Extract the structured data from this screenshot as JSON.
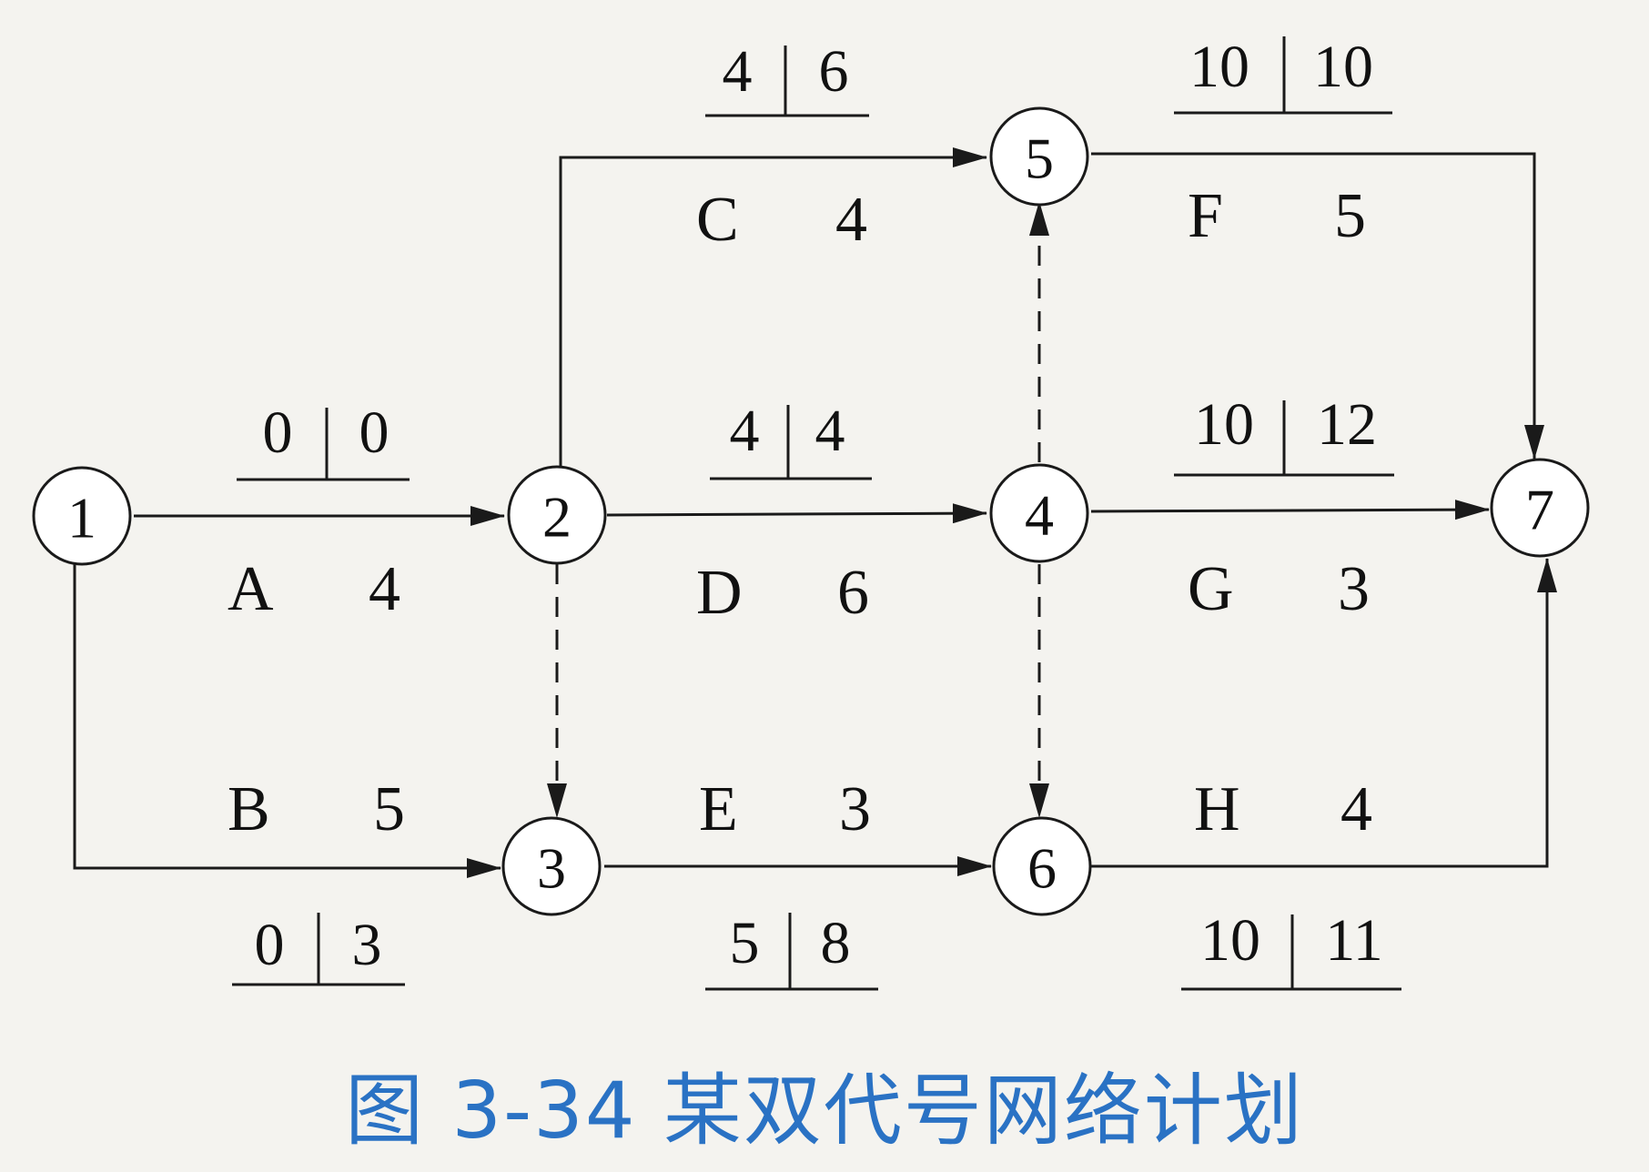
{
  "caption": "图 3-34  某双代号网络计划",
  "colors": {
    "ink": "#1a1a1a",
    "caption": "#2a72c4",
    "paper": "#f4f3ef"
  },
  "nodes": [
    {
      "id": "1",
      "label": "1"
    },
    {
      "id": "2",
      "label": "2"
    },
    {
      "id": "3",
      "label": "3"
    },
    {
      "id": "4",
      "label": "4"
    },
    {
      "id": "5",
      "label": "5"
    },
    {
      "id": "6",
      "label": "6"
    },
    {
      "id": "7",
      "label": "7"
    }
  ],
  "activities": [
    {
      "id": "A",
      "name": "A",
      "duration": "4",
      "from": "1",
      "to": "2",
      "times": [
        "0",
        "0"
      ]
    },
    {
      "id": "B",
      "name": "B",
      "duration": "5",
      "from": "1",
      "to": "3",
      "times": [
        "0",
        "3"
      ]
    },
    {
      "id": "C",
      "name": "C",
      "duration": "4",
      "from": "2",
      "to": "5",
      "times": [
        "4",
        "6"
      ]
    },
    {
      "id": "D",
      "name": "D",
      "duration": "6",
      "from": "2",
      "to": "4",
      "times": [
        "4",
        "4"
      ]
    },
    {
      "id": "E",
      "name": "E",
      "duration": "3",
      "from": "3",
      "to": "6",
      "times": [
        "5",
        "8"
      ]
    },
    {
      "id": "F",
      "name": "F",
      "duration": "5",
      "from": "5",
      "to": "7",
      "times": [
        "10",
        "10"
      ]
    },
    {
      "id": "G",
      "name": "G",
      "duration": "3",
      "from": "4",
      "to": "7",
      "times": [
        "10",
        "12"
      ]
    },
    {
      "id": "H",
      "name": "H",
      "duration": "4",
      "from": "6",
      "to": "7",
      "times": [
        "10",
        "11"
      ]
    }
  ],
  "dummies": [
    {
      "from": "2",
      "to": "3"
    },
    {
      "from": "4",
      "to": "5"
    },
    {
      "from": "4",
      "to": "6"
    }
  ]
}
